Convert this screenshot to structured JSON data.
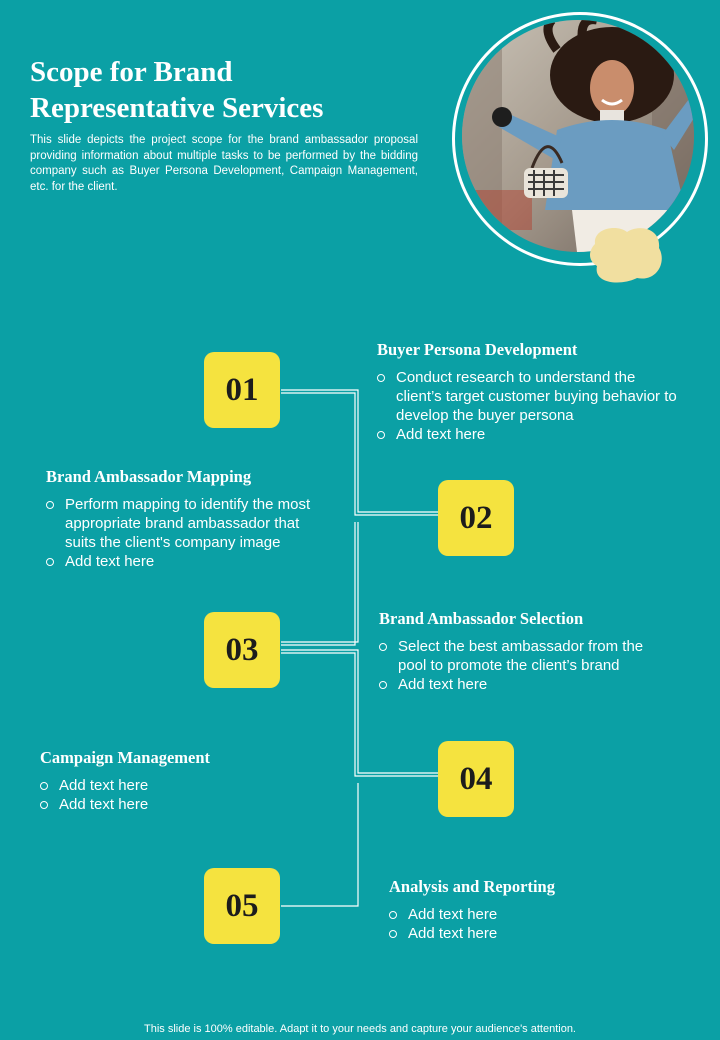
{
  "header": {
    "title_line1": "Scope for Brand",
    "title_line2": "Representative Services",
    "description": "This slide depicts the project scope for the brand ambassador proposal providing information about multiple tasks to be performed by the bidding company such as Buyer Persona Development, Campaign Management, etc. for the client."
  },
  "colors": {
    "background": "#0ba0a5",
    "box": "#f5e33f",
    "blob": "#f1dfa0",
    "text": "#ffffff"
  },
  "steps": [
    {
      "number": "01",
      "title": "Buyer Persona Development",
      "bullets": [
        "Conduct research to understand the client’s target customer buying behavior to develop the buyer persona",
        "Add text here"
      ]
    },
    {
      "number": "02",
      "title": "Brand Ambassador Mapping",
      "bullets": [
        "Perform mapping to identify the most appropriate brand ambassador that suits the client's company image",
        "Add text here"
      ]
    },
    {
      "number": "03",
      "title": "Brand Ambassador Selection",
      "bullets": [
        "Select the best ambassador from the pool to promote the client’s brand",
        "Add text here"
      ]
    },
    {
      "number": "04",
      "title": "Campaign Management",
      "bullets": [
        "Add text here",
        "Add text here"
      ]
    },
    {
      "number": "05",
      "title": "Analysis and Reporting",
      "bullets": [
        "Add text here",
        "Add text here"
      ]
    }
  ],
  "footer": {
    "text": "This slide is 100% editable. Adapt it to your needs and capture your audience's attention."
  }
}
